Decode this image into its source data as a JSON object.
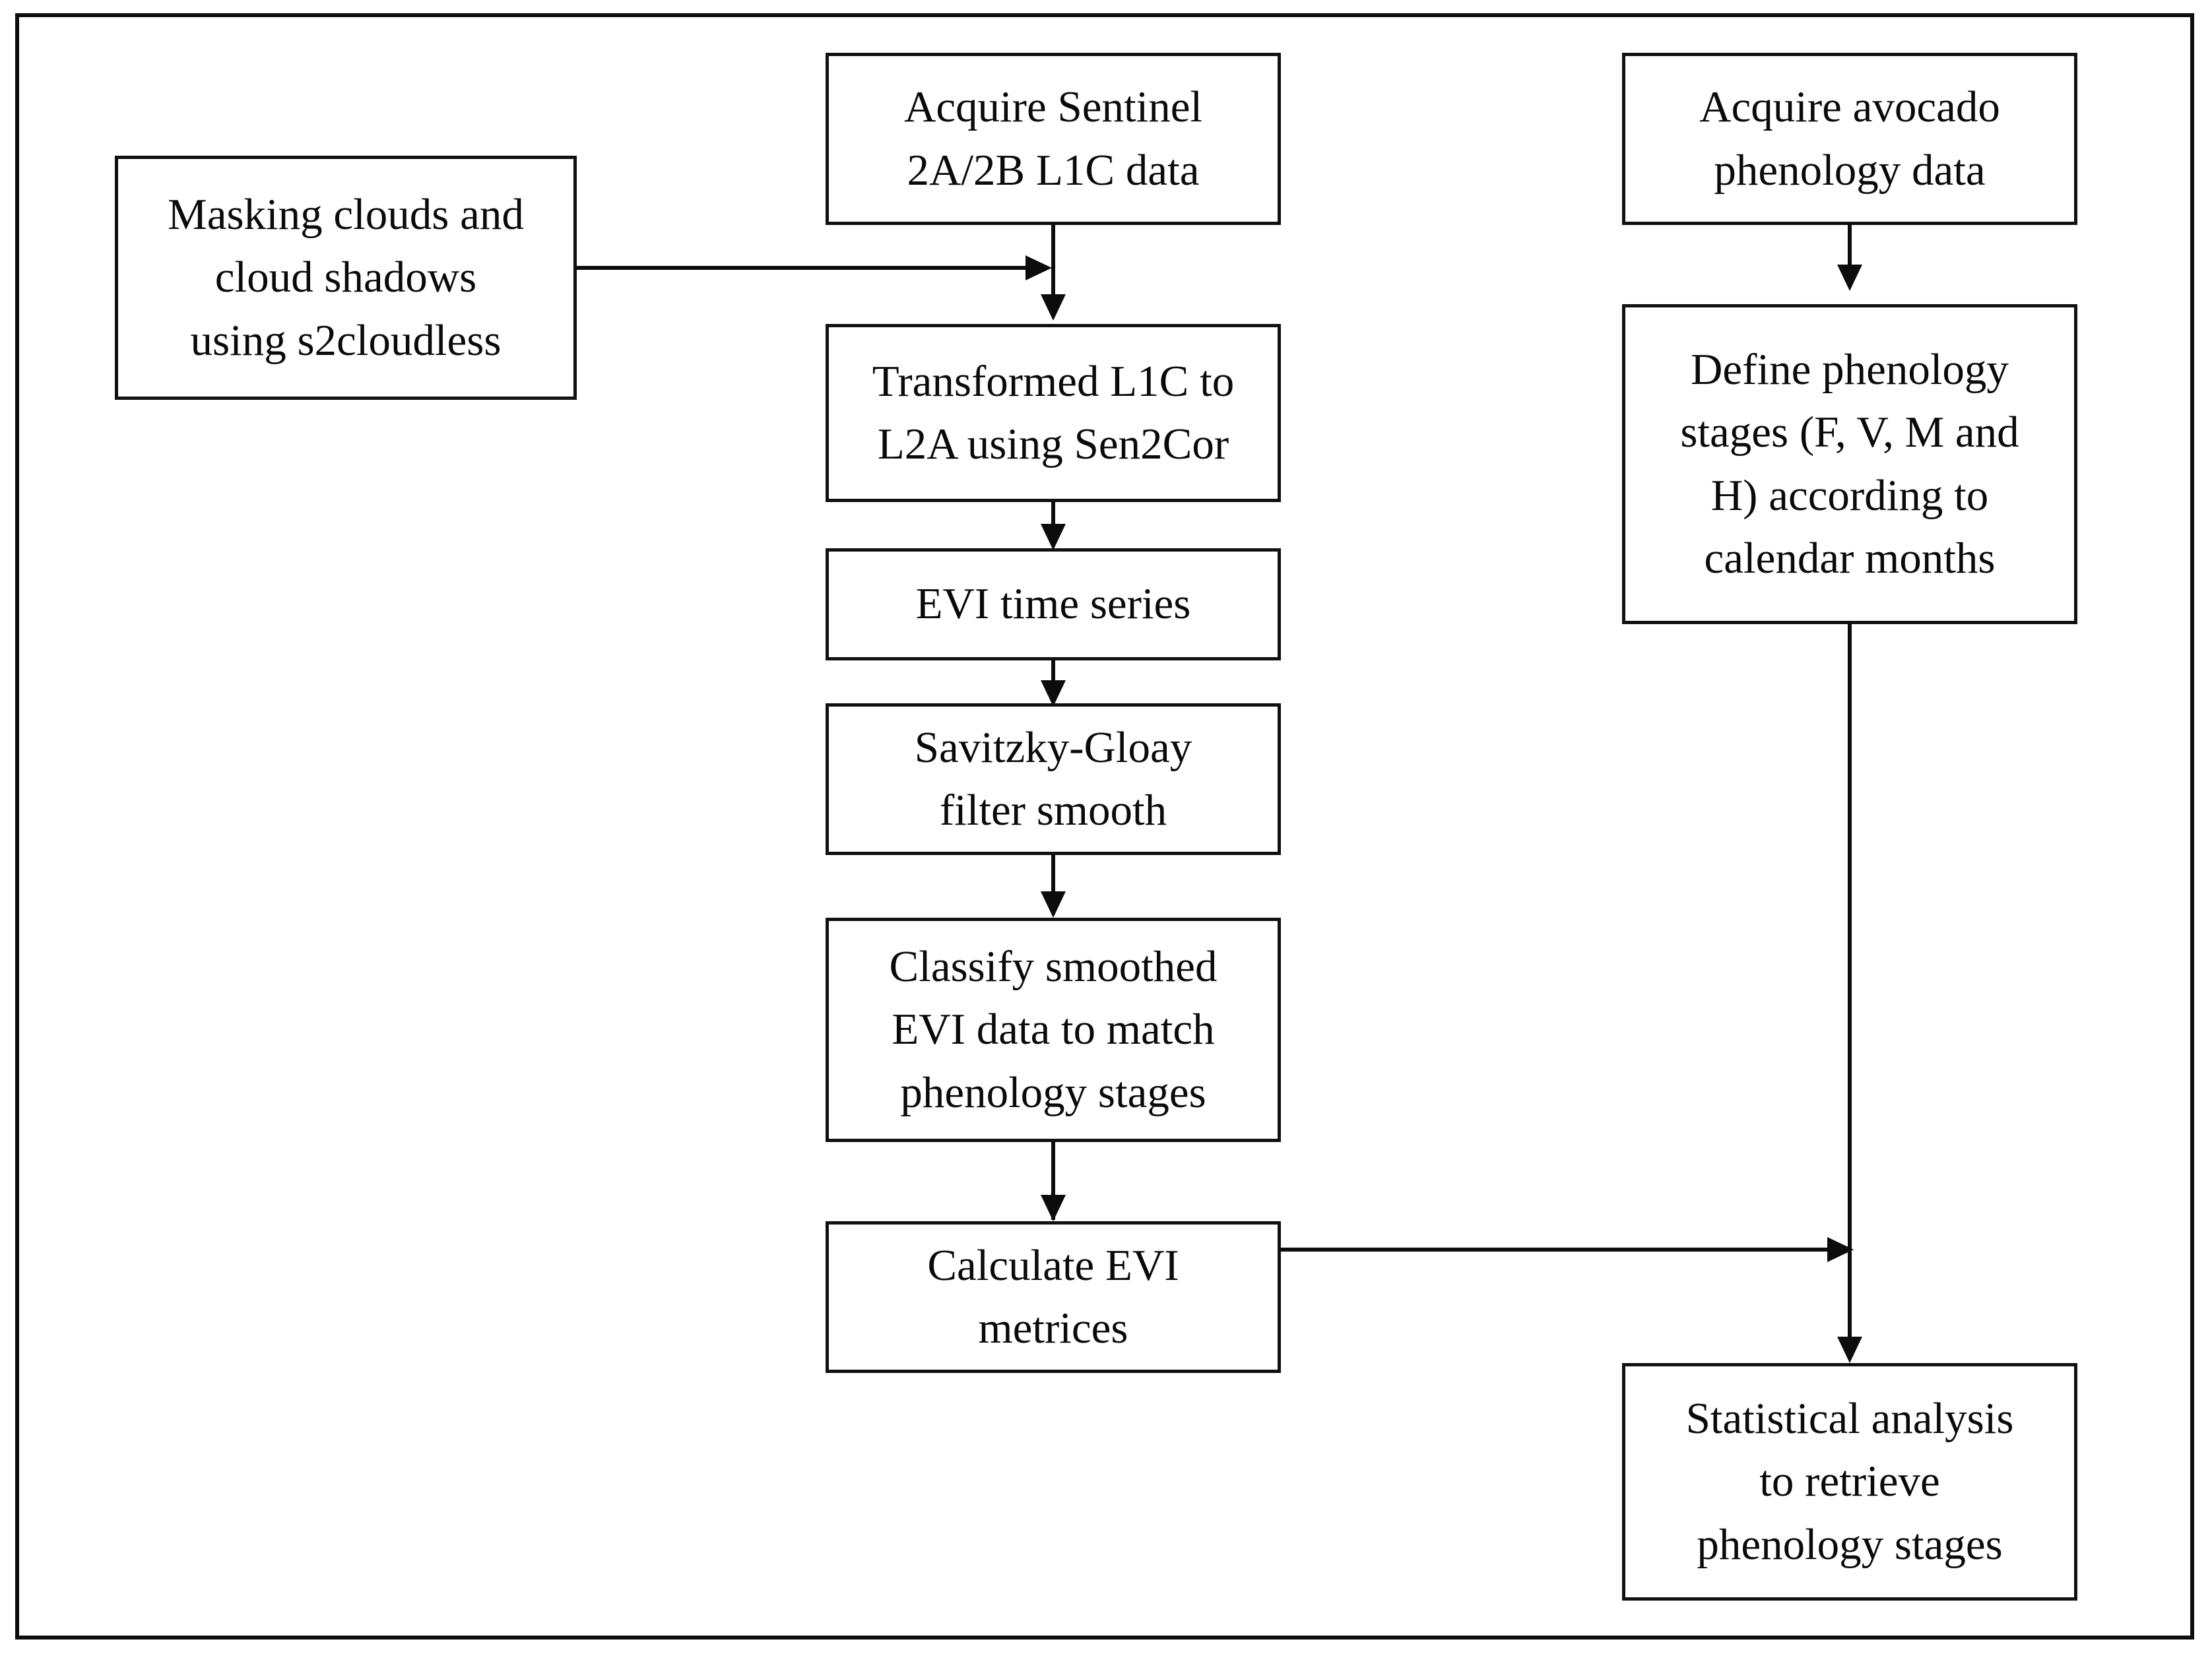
{
  "figure": {
    "type": "flowchart",
    "orientation": "top-to-bottom",
    "border_color": "#0d0d0d",
    "node_border_color": "#111111",
    "background_color": "#ffffff",
    "text_color": "#0a0a0a"
  },
  "nodes": {
    "masking_clouds": "Masking clouds and\ncloud shadows\nusing s2cloudless",
    "acquire_sentinel": "Acquire Sentinel\n2A/2B L1C data",
    "transform_l1c": "Transformed L1C to\nL2A using Sen2Cor",
    "evi_time_series": "EVI time series",
    "savitzky_filter": "Savitzky-Gloay\nfilter smooth",
    "classify_evi": "Classify smoothed\nEVI data to match\nphenology stages",
    "calculate_metrics": "Calculate EVI\nmetrices",
    "acquire_phenology": "Acquire avocado\nphenology data",
    "define_stages": "Define phenology\nstages (F, V, M and\nH) according to\ncalendar months",
    "statistical_analysis": "Statistical analysis\nto retrieve\nphenology stages"
  },
  "edges": [
    {
      "id": "e1",
      "from": "acquire_sentinel",
      "to": "transform_l1c",
      "style": "arrow-down"
    },
    {
      "id": "e2",
      "from": "masking_clouds",
      "to": "transform_l1c",
      "style": "arrow-right-into-trunk"
    },
    {
      "id": "e3",
      "from": "transform_l1c",
      "to": "evi_time_series",
      "style": "arrow-down"
    },
    {
      "id": "e4",
      "from": "evi_time_series",
      "to": "savitzky_filter",
      "style": "arrow-down"
    },
    {
      "id": "e5",
      "from": "savitzky_filter",
      "to": "classify_evi",
      "style": "arrow-down"
    },
    {
      "id": "e6",
      "from": "classify_evi",
      "to": "calculate_metrics",
      "style": "arrow-down"
    },
    {
      "id": "e7",
      "from": "calculate_metrics",
      "to": "statistical_analysis",
      "style": "arrow-right-into-trunk"
    },
    {
      "id": "e8",
      "from": "acquire_phenology",
      "to": "define_stages",
      "style": "arrow-down"
    },
    {
      "id": "e9",
      "from": "define_stages",
      "to": "statistical_analysis",
      "style": "arrow-down"
    }
  ]
}
